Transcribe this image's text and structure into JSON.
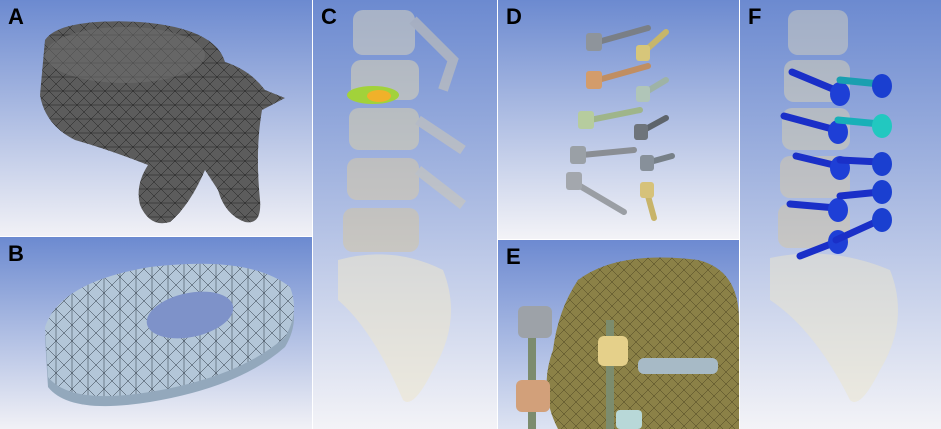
{
  "panels": {
    "a": {
      "label": "A"
    },
    "b": {
      "label": "B"
    },
    "c": {
      "label": "C"
    },
    "d": {
      "label": "D"
    },
    "e": {
      "label": "E"
    },
    "f": {
      "label": "F"
    }
  },
  "colors": {
    "background_top": "#6c8ad0",
    "background_bottom": "#f1f1f6",
    "vertebra_mesh": "#5e5e5e",
    "disc_mesh": "#a9bdd0",
    "bone_translucent": "#e8e0bd",
    "screw_blue": "#1a2fc8"
  }
}
